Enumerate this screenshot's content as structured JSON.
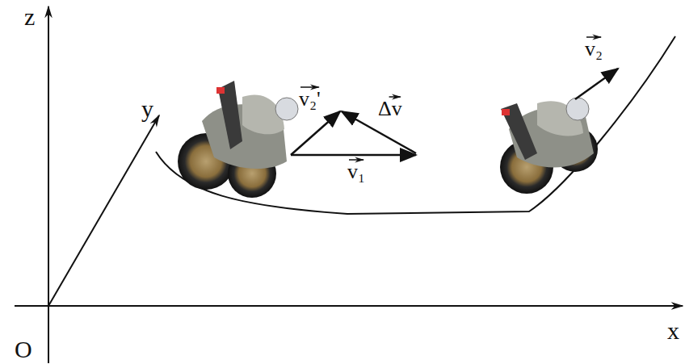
{
  "diagram": {
    "labels": [
      "z",
      "y",
      "x",
      "O",
      "v₂'",
      "Δv",
      "v₁",
      "v₂"
    ]
  }
}
